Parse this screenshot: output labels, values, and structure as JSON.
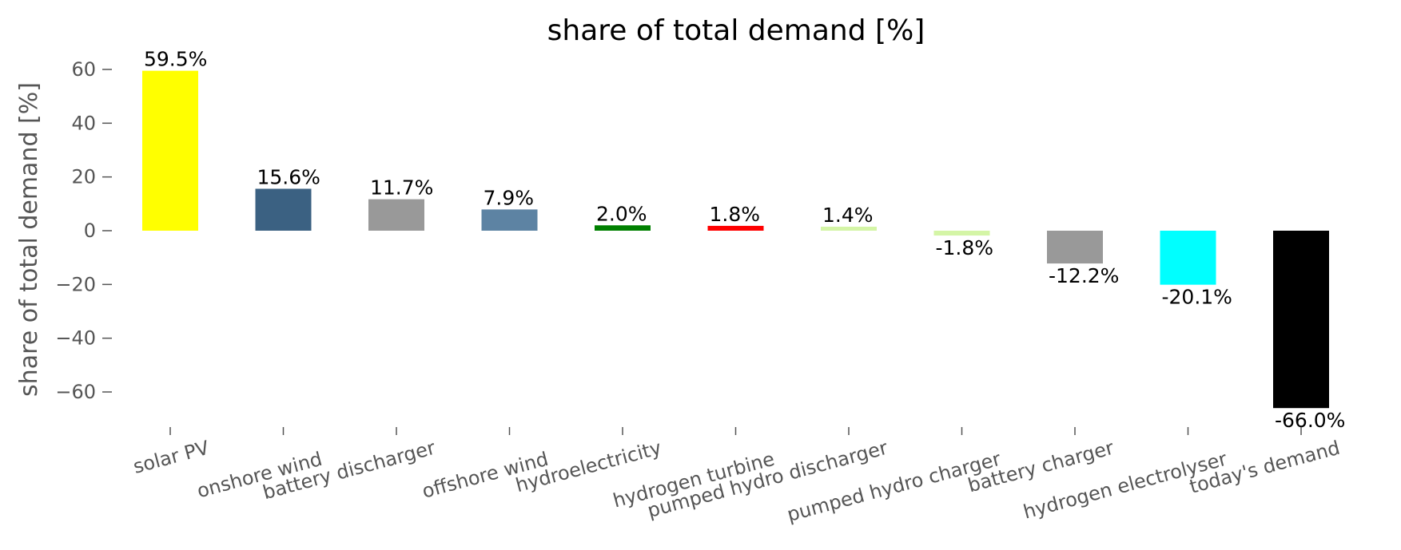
{
  "chart_data": {
    "type": "bar",
    "title": "share of total demand [%]",
    "xlabel": "",
    "ylabel": "share of total demand [%]",
    "ylim": [
      -73,
      66
    ],
    "yticks": [
      60,
      40,
      20,
      0,
      -20,
      -40,
      -60
    ],
    "ytick_labels": [
      "60",
      "40",
      "20",
      "0",
      "−20",
      "−40",
      "−60"
    ],
    "grid": false,
    "categories": [
      "solar PV",
      "onshore wind",
      "battery discharger",
      "offshore wind",
      "hydroelectricity",
      "hydrogen turbine",
      "pumped hydro discharger",
      "pumped hydro charger",
      "battery charger",
      "hydrogen electrolyser",
      "today's demand"
    ],
    "values": [
      59.5,
      15.6,
      11.7,
      7.9,
      2.0,
      1.8,
      1.4,
      -1.8,
      -12.2,
      -20.1,
      -66.0
    ],
    "data_labels": [
      "59.5%",
      "15.6%",
      "11.7%",
      "7.9%",
      "2.0%",
      "1.8%",
      "1.4%",
      "-1.8%",
      "-12.2%",
      "-20.1%",
      "-66.0%"
    ],
    "colors": [
      "#ffff00",
      "#3b6182",
      "#999999",
      "#5d83a3",
      "#008000",
      "#ff0000",
      "#d4f5a6",
      "#d4f5a6",
      "#999999",
      "#00ffff",
      "#000000"
    ]
  }
}
